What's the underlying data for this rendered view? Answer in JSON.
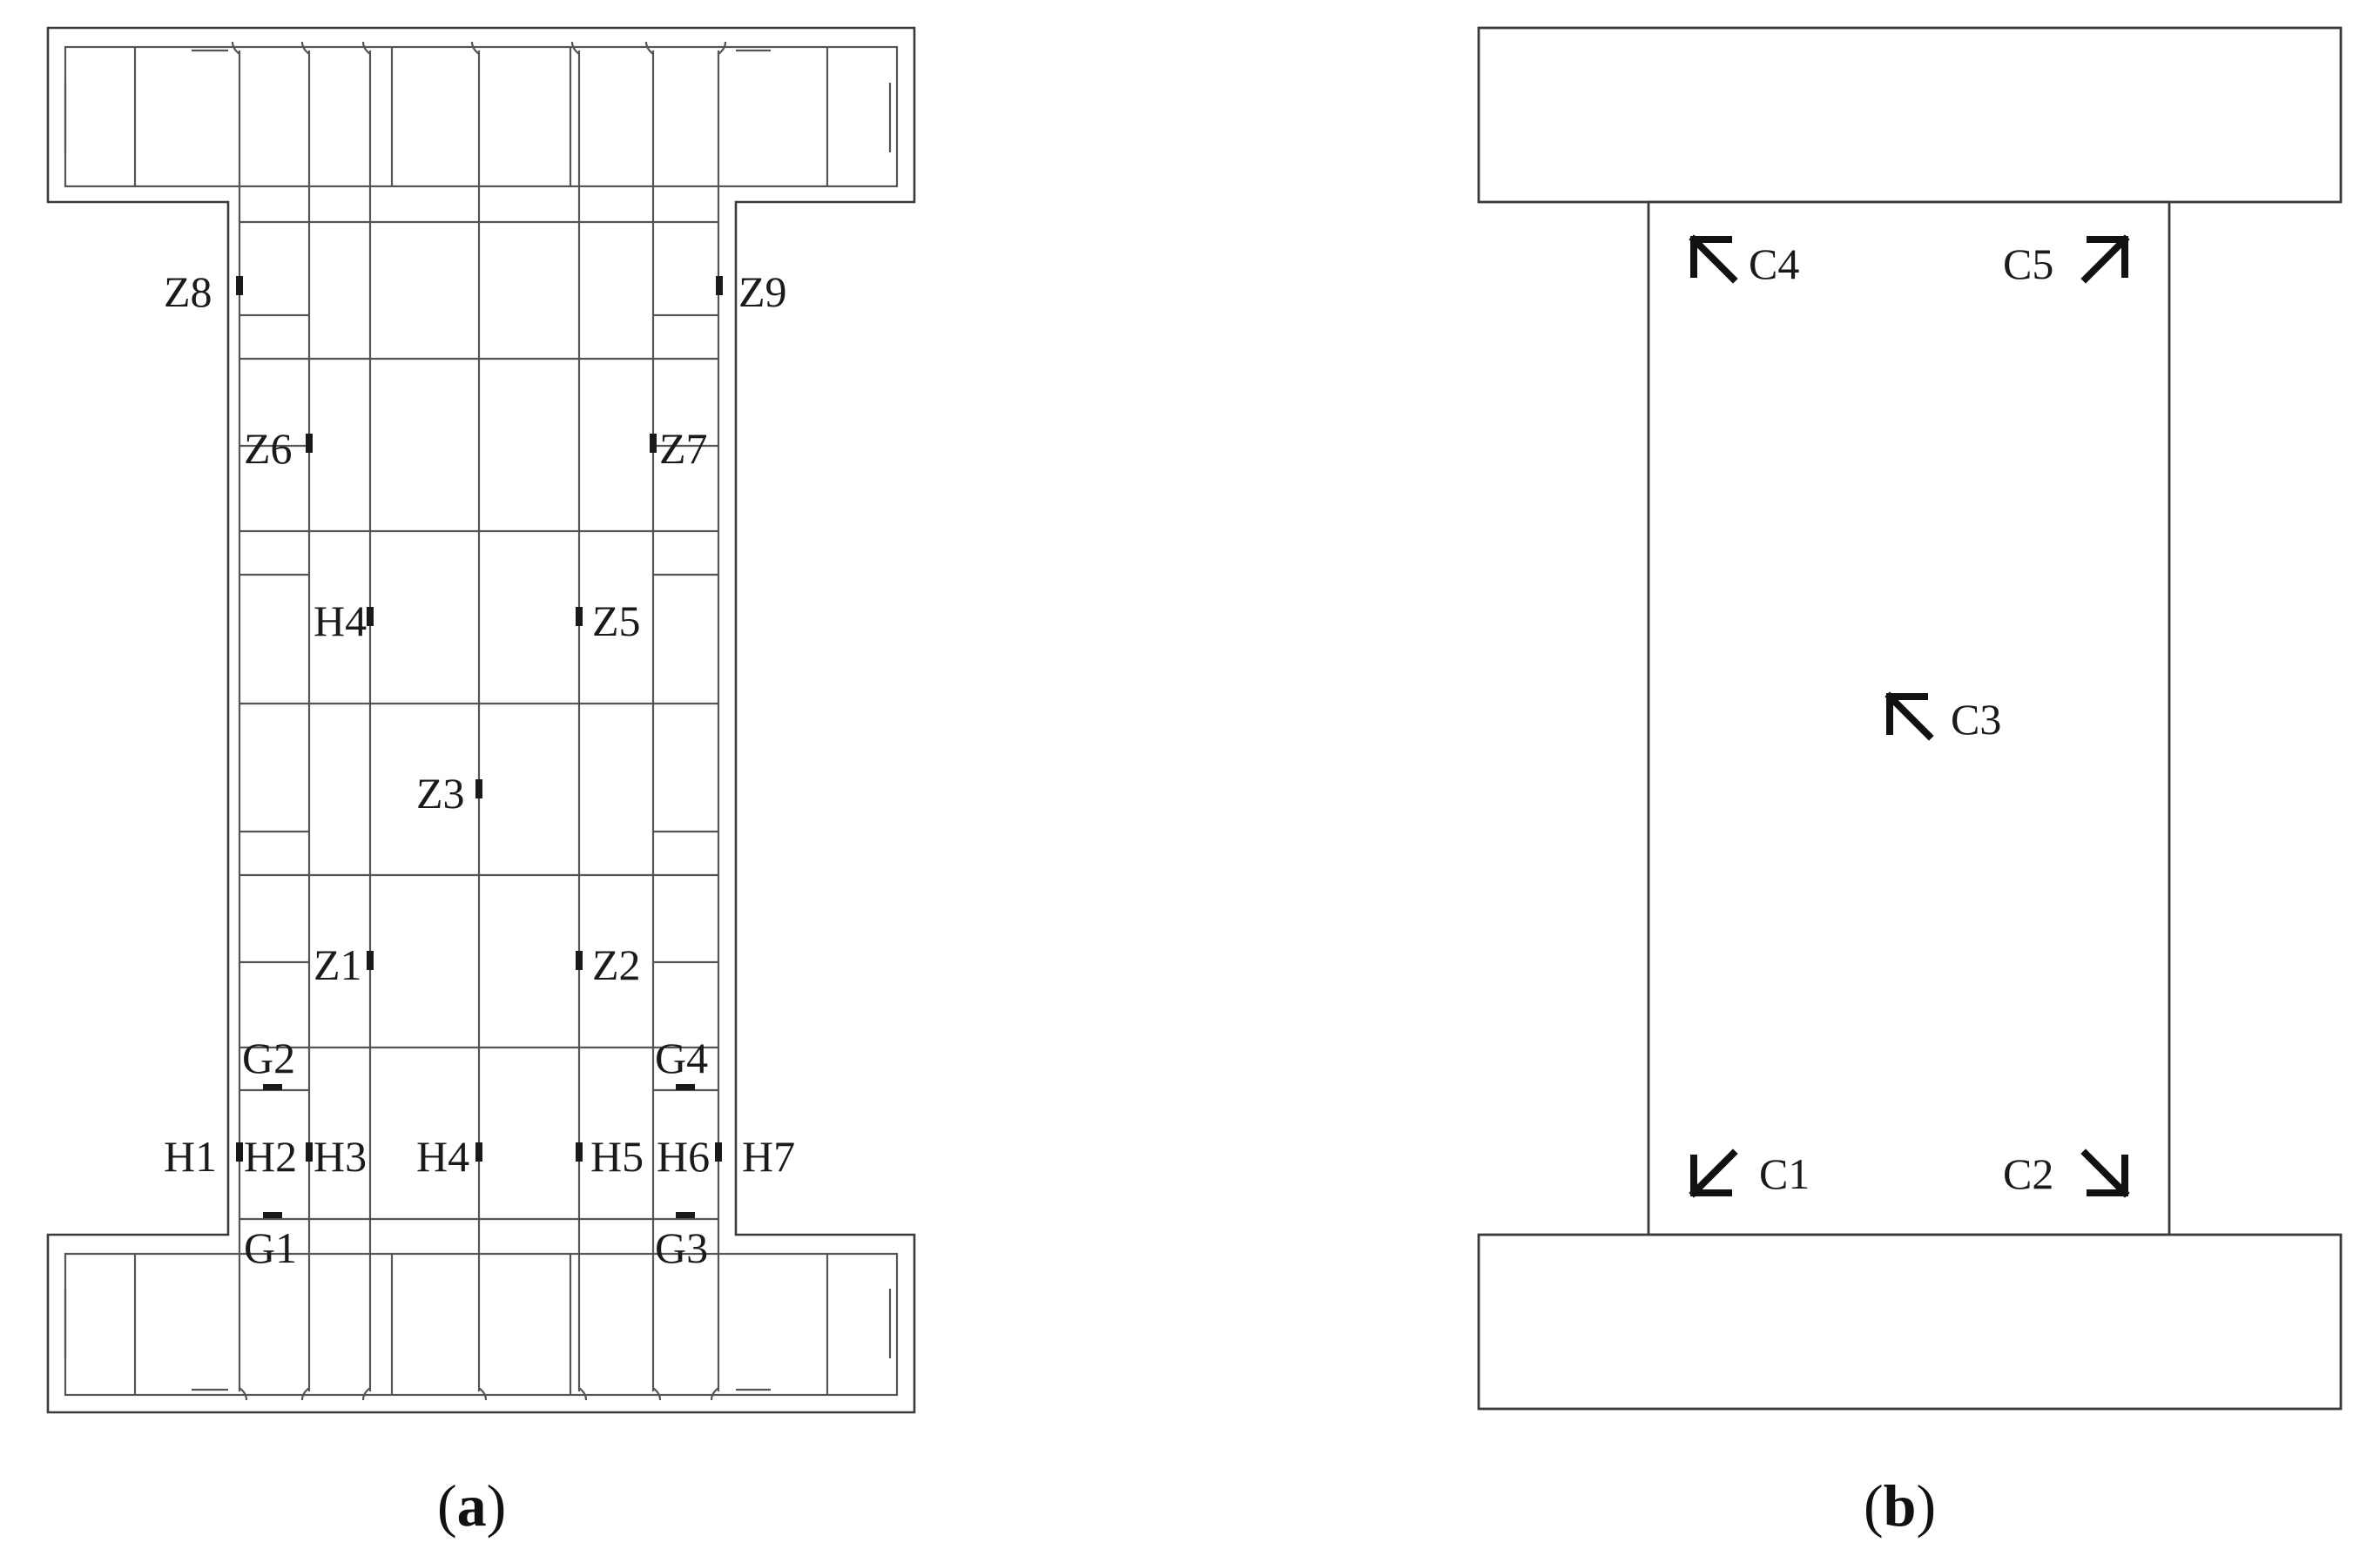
{
  "panel_a": {
    "labels": [
      {
        "id": "z8",
        "text": "Z8"
      },
      {
        "id": "z9",
        "text": "Z9"
      },
      {
        "id": "z6",
        "text": "Z6"
      },
      {
        "id": "z7",
        "text": "Z7"
      },
      {
        "id": "h4-top",
        "text": "H4"
      },
      {
        "id": "z5",
        "text": "Z5"
      },
      {
        "id": "z3",
        "text": "Z3"
      },
      {
        "id": "z1",
        "text": "Z1"
      },
      {
        "id": "z2",
        "text": "Z2"
      },
      {
        "id": "g2",
        "text": "G2"
      },
      {
        "id": "g4",
        "text": "G4"
      },
      {
        "id": "h1",
        "text": "H1"
      },
      {
        "id": "h2",
        "text": "H2"
      },
      {
        "id": "h3",
        "text": "H3"
      },
      {
        "id": "h4",
        "text": "H4"
      },
      {
        "id": "h5",
        "text": "H5"
      },
      {
        "id": "h6",
        "text": "H6"
      },
      {
        "id": "h7",
        "text": "H7"
      },
      {
        "id": "g1",
        "text": "G1"
      },
      {
        "id": "g3",
        "text": "G3"
      }
    ],
    "caption_open": "(",
    "caption_letter": "a",
    "caption_close": ")"
  },
  "panel_b": {
    "labels": [
      {
        "id": "c4",
        "text": "C4"
      },
      {
        "id": "c5",
        "text": "C5"
      },
      {
        "id": "c3",
        "text": "C3"
      },
      {
        "id": "c1",
        "text": "C1"
      },
      {
        "id": "c2",
        "text": "C2"
      }
    ],
    "caption_open": "(",
    "caption_letter": "b",
    "caption_close": ")"
  }
}
